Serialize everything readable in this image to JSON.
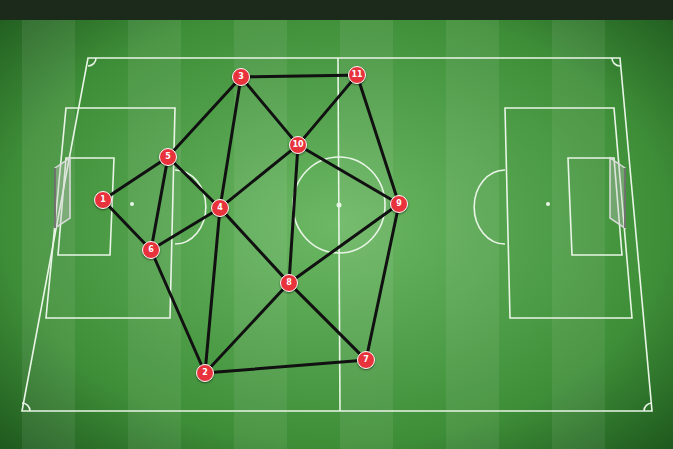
{
  "diagram": {
    "nodes": [
      {
        "text": [
          "1"
        ]
      },
      {
        "text": [
          "2"
        ]
      },
      {
        "text": [
          "3"
        ]
      },
      {
        "text": [
          "4"
        ]
      },
      {
        "text": [
          "5"
        ]
      },
      {
        "text": [
          "6"
        ]
      },
      {
        "text": [
          "7"
        ]
      },
      {
        "text": [
          "8"
        ]
      },
      {
        "text": [
          "9"
        ]
      },
      {
        "text": [
          "10"
        ]
      },
      {
        "text": [
          "11"
        ]
      }
    ],
    "edges": [
      {
        "from": 0,
        "to": 4,
        "arrow": "none"
      },
      {
        "from": 0,
        "to": 5,
        "arrow": "none"
      },
      {
        "from": 4,
        "to": 2,
        "arrow": "none"
      },
      {
        "from": 4,
        "to": 3,
        "arrow": "none"
      },
      {
        "from": 4,
        "to": 5,
        "arrow": "none"
      },
      {
        "from": 5,
        "to": 3,
        "arrow": "none"
      },
      {
        "from": 5,
        "to": 1,
        "arrow": "none"
      },
      {
        "from": 2,
        "to": 10,
        "arrow": "none"
      },
      {
        "from": 2,
        "to": 9,
        "arrow": "none"
      },
      {
        "from": 2,
        "to": 3,
        "arrow": "none"
      },
      {
        "from": 10,
        "to": 9,
        "arrow": "none"
      },
      {
        "from": 10,
        "to": 8,
        "arrow": "none"
      },
      {
        "from": 9,
        "to": 3,
        "arrow": "none"
      },
      {
        "from": 9,
        "to": 7,
        "arrow": "none"
      },
      {
        "from": 9,
        "to": 8,
        "arrow": "none"
      },
      {
        "from": 3,
        "to": 7,
        "arrow": "none"
      },
      {
        "from": 3,
        "to": 1,
        "arrow": "none"
      },
      {
        "from": 7,
        "to": 1,
        "arrow": "none"
      },
      {
        "from": 7,
        "to": 8,
        "arrow": "none"
      },
      {
        "from": 7,
        "to": 6,
        "arrow": "none"
      },
      {
        "from": 1,
        "to": 6,
        "arrow": "none"
      },
      {
        "from": 8,
        "to": 6,
        "arrow": "none"
      }
    ]
  }
}
